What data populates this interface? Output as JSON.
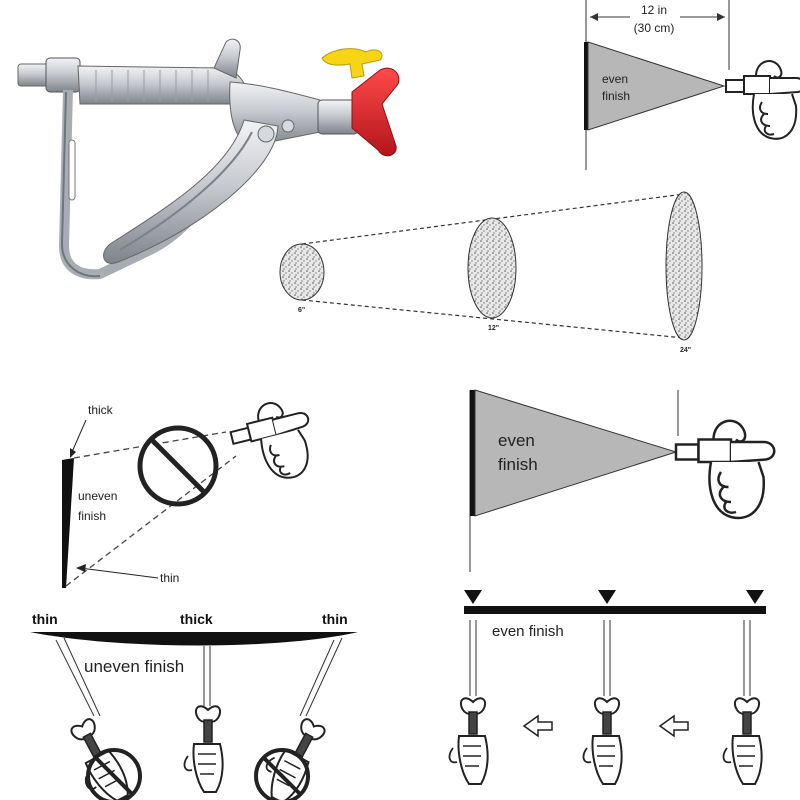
{
  "top_right": {
    "distance_label": "12 in",
    "distance_sub": "(30 cm)",
    "fan_text_1": "even",
    "fan_text_2": "finish"
  },
  "cone": {
    "label_small": "6\"",
    "label_mid": "12\"",
    "label_large": "24\""
  },
  "uneven_tilt": {
    "thick": "thick",
    "text_1": "uneven",
    "text_2": "finish",
    "thin": "thin"
  },
  "uneven_arc": {
    "left": "thin",
    "center": "thick",
    "right": "thin",
    "caption": "uneven finish"
  },
  "even_big": {
    "text_1": "even",
    "text_2": "finish"
  },
  "even_sweep": {
    "caption": "even finish"
  },
  "colors": {
    "fan_gray": "#b7b7b7",
    "tip_red": "#e0262b",
    "tip_yellow": "#f7d416",
    "metal": "#c9ccd0"
  }
}
